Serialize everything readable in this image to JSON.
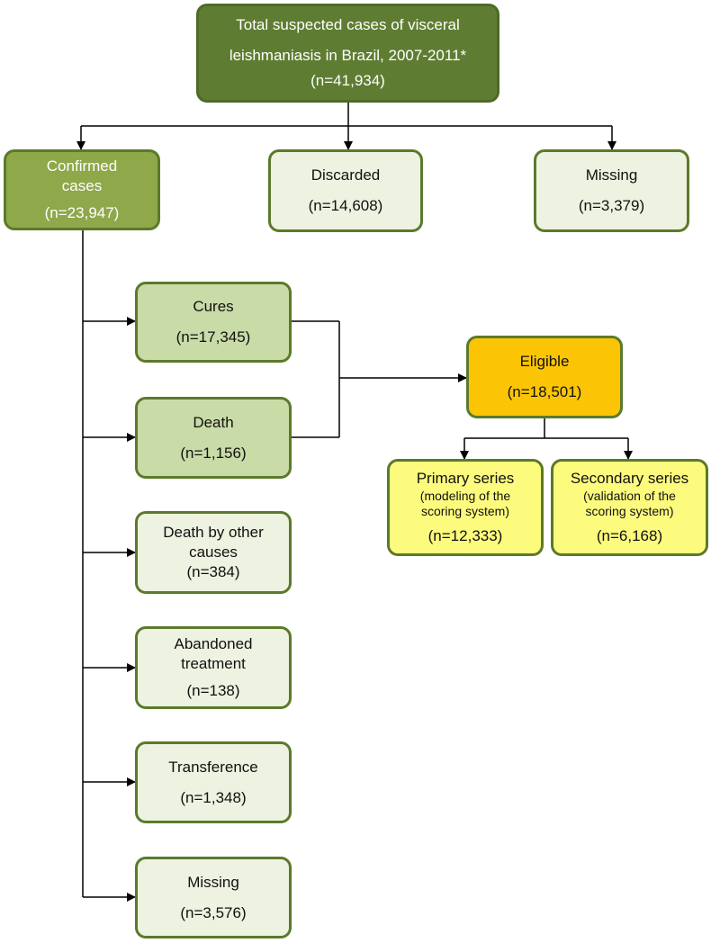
{
  "root": {
    "line1": "Total suspected cases of visceral",
    "line2": "leishmaniasis in Brazil, 2007-2011*",
    "count": "(n=41,934)"
  },
  "confirmed": {
    "line1": "Confirmed",
    "line2": "cases",
    "count": "(n=23,947)"
  },
  "discarded": {
    "label": "Discarded",
    "count": "(n=14,608)"
  },
  "missing_top": {
    "label": "Missing",
    "count": "(n=3,379)"
  },
  "outcomes": {
    "cures": {
      "label": "Cures",
      "count": "(n=17,345)"
    },
    "death": {
      "label": "Death",
      "count": "(n=1,156)"
    },
    "other_death": {
      "line1": "Death by other",
      "line2": "causes",
      "count": "(n=384)"
    },
    "abandoned": {
      "line1": "Abandoned",
      "line2": "treatment",
      "count": "(n=138)"
    },
    "transference": {
      "label": "Transference",
      "count": "(n=1,348)"
    },
    "missing": {
      "label": "Missing",
      "count": "(n=3,576)"
    }
  },
  "eligible": {
    "label": "Eligible",
    "count": "(n=18,501)"
  },
  "primary": {
    "title": "Primary series",
    "line1": "(modeling of the",
    "line2": "scoring system)",
    "count": "(n=12,333)"
  },
  "secondary": {
    "title": "Secondary series",
    "line1": "(validation of the",
    "line2": "scoring system)",
    "count": "(n=6,168)"
  }
}
